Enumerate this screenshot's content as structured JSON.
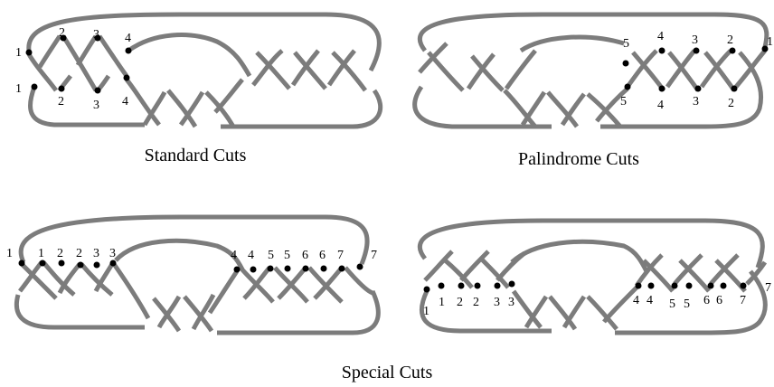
{
  "captions": {
    "standard": "Standard Cuts",
    "palindrome": "Palindrome Cuts",
    "special": "Special Cuts"
  },
  "panels": {
    "standard": {
      "top_labels": [
        "1",
        "2",
        "3",
        "4"
      ],
      "bottom_labels": [
        "1",
        "2",
        "3",
        "4"
      ]
    },
    "palindrome": {
      "top_labels": [
        "5",
        "4",
        "3",
        "2",
        "1"
      ],
      "bottom_labels": [
        "5",
        "4",
        "3",
        "2"
      ]
    },
    "special_left": {
      "top_labels": [
        "1",
        "1",
        "2",
        "2",
        "3",
        "3",
        "4",
        "4",
        "5",
        "5",
        "6",
        "6",
        "7",
        "7"
      ]
    },
    "special_right": {
      "bottom_labels": [
        "1",
        "1",
        "2",
        "2",
        "3",
        "3",
        "4",
        "4",
        "5",
        "5",
        "6",
        "6",
        "7",
        "7"
      ]
    }
  },
  "colors": {
    "strand": "#7c7c7c",
    "marker": "#000000"
  }
}
